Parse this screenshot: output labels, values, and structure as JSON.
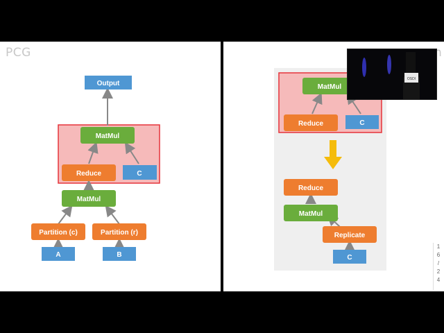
{
  "left_slide": {
    "title": "PCG",
    "nodes": {
      "output": "Output",
      "matmul_top": "MatMul",
      "reduce": "Reduce",
      "c": "C",
      "matmul_mid": "MatMul",
      "partition_c": "Partition (c)",
      "partition_r": "Partition (r)",
      "a": "A",
      "b": "B"
    }
  },
  "right_slide": {
    "title": "n",
    "before": {
      "matmul": "MatMul",
      "reduce": "Reduce",
      "c": "C"
    },
    "after": {
      "reduce": "Reduce",
      "matmul": "MatMul",
      "replicate": "Replicate",
      "c": "C"
    }
  },
  "video_inset": {
    "sign_text": "OSDI"
  },
  "page_counter": [
    "1",
    "6",
    "/",
    "2",
    "4"
  ],
  "colors": {
    "blue": "#4f97d3",
    "green": "#6aad3c",
    "orange": "#ee7d2f",
    "red_highlight": "#e5333a",
    "pink_fill": "#f6baba",
    "gray_bg": "#efefef",
    "arrow": "#888888",
    "yellow_arrow": "#f5bc0b"
  }
}
